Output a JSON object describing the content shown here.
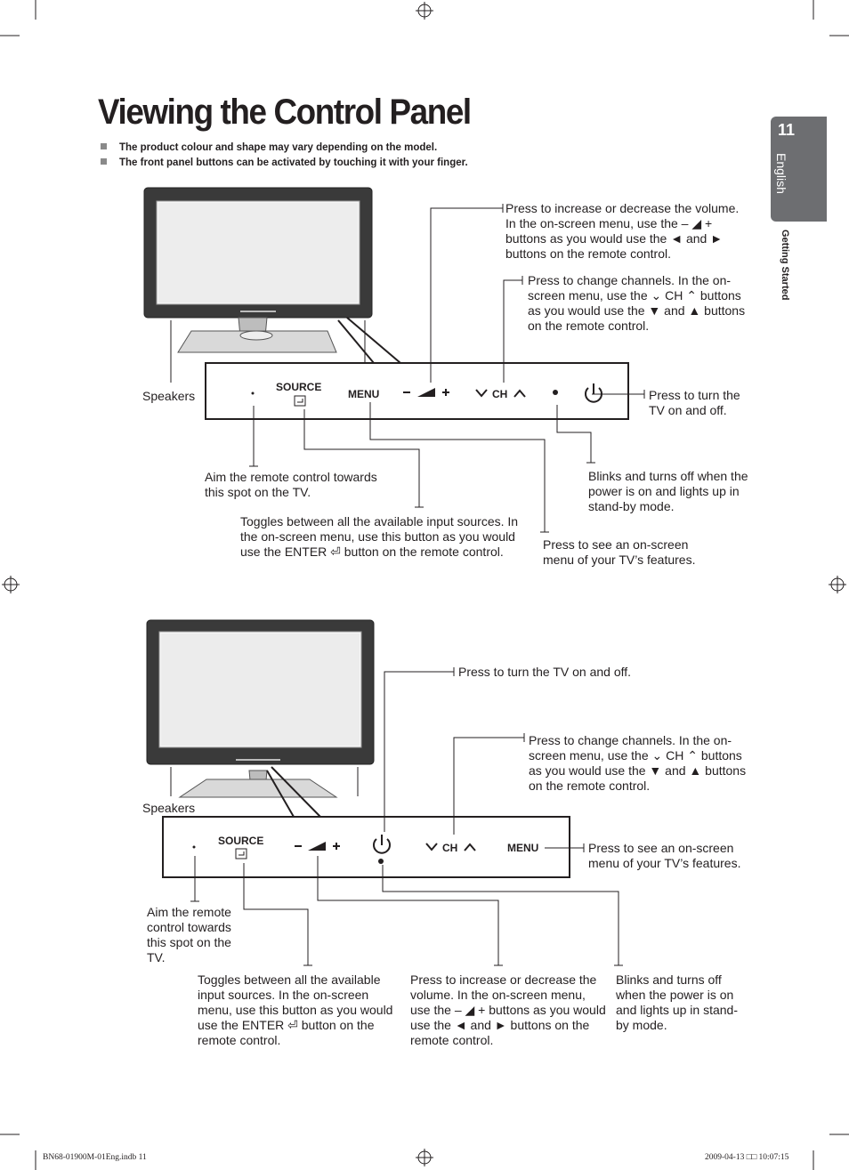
{
  "title": "Viewing the Control Panel",
  "notes": [
    "The product colour and shape may vary depending on the model.",
    "The front panel buttons can be activated by touching it with your finger."
  ],
  "side_tab": {
    "page_number": "11",
    "language": "English",
    "section": "Getting Started"
  },
  "diagram1": {
    "volume": "Press to increase or decrease the volume. In the on-screen menu, use the – ◢ + buttons as you would use the ◄ and ► buttons on the remote control.",
    "channel": "Press to change channels. In the on-screen menu, use the ⌄ CH ⌃ buttons as you would use the ▼ and ▲ buttons on the remote control.",
    "speakers": "Speakers",
    "power": "Press to turn the TV on and off.",
    "remote_sensor": "Aim the remote control towards this spot on the TV.",
    "power_indicator": "Blinks and turns off when the power is on and lights up in stand-by mode.",
    "source": "Toggles between all the available input sources. In the on-screen menu, use this button as you would use the ENTER ⏎ button on the remote control.",
    "menu": "Press to see an on-screen menu of your TV’s features.",
    "buttons": {
      "source": "SOURCE",
      "menu": "MENU",
      "ch": "CH",
      "volume": "–  ◢  +"
    }
  },
  "diagram2": {
    "power": "Press to turn the TV on and off.",
    "channel": "Press to change channels. In the on-screen menu, use the ⌄ CH ⌃ buttons as you would use the ▼ and ▲ buttons on the remote control.",
    "speakers": "Speakers",
    "menu": "Press to see an on-screen menu of your TV’s features.",
    "remote_sensor": "Aim the remote control towards this spot on the TV.",
    "source": "Toggles between all the available input sources. In the on-screen menu, use this button as you would use the ENTER ⏎ button on the remote control.",
    "volume": "Press to increase or decrease the volume. In the on-screen menu, use the – ◢ + buttons as you would use the ◄ and ► buttons on the remote control.",
    "power_indicator": "Blinks and turns off when the power is on and lights up in stand-by mode.",
    "buttons": {
      "source": "SOURCE",
      "menu": "MENU",
      "ch": "CH",
      "volume": "–  ◢  +"
    }
  },
  "footer": {
    "left": "BN68-01900M-01Eng.indb   11",
    "right": "2009-04-13   □□ 10:07:15"
  }
}
